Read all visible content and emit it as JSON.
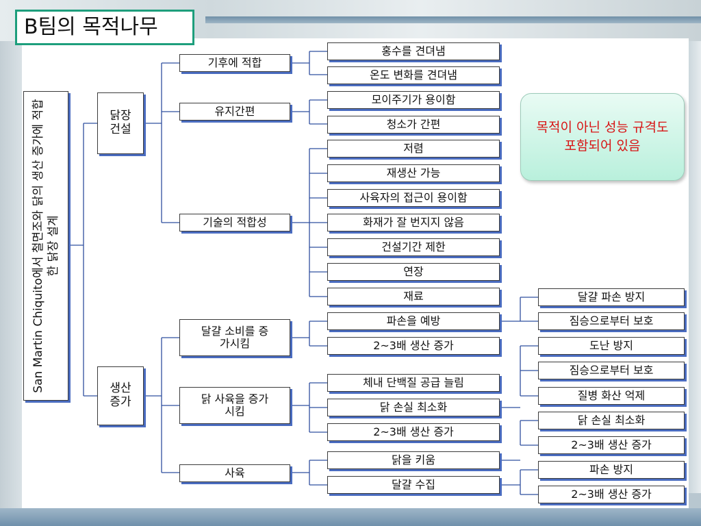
{
  "title": "B팀의 목적나무",
  "root": "San Martin Chiquito에서 철면조와 닭의 생산 증가에 적합한 닭장 설계",
  "note": "목적이 아닌 성능 규격도 포함되어 있음",
  "colors": {
    "title_border": "#1d9e7c",
    "node_shadow": "#4a6cc0",
    "line": "#2f4f9f",
    "note_text": "#d81414"
  },
  "tree": {
    "coop": {
      "label": "닭장 건설",
      "climate": {
        "label": "기후에 적합",
        "items": [
          "홍수를 견뎌냄",
          "온도 변화를 견뎌냄"
        ]
      },
      "maintenance": {
        "label": "유지간편",
        "items": [
          "모이주기가 용이함",
          "청소가 간편"
        ]
      },
      "tech": {
        "label": "기술의 적합성",
        "items": [
          "저렴",
          "재생산 가능",
          "사육자의 접근이 용이함",
          "화재가 잘 번지지 않음",
          "건설기간 제한",
          "연장",
          "재료"
        ]
      }
    },
    "production": {
      "label": "생산 증가",
      "eggs": {
        "label": "달걀 소비를 증가시킴",
        "protect": {
          "label": "파손을 예방",
          "items": [
            "달걀 파손 방지",
            "짐승으로부터 보호"
          ]
        },
        "triple": "2~3배 생산 증가"
      },
      "chickens": {
        "label": "닭 사육을 증가시킴",
        "protein": "체내 단백질 공급 늘림",
        "minimize": {
          "label": "닭 손실 최소화",
          "items": [
            "도난 방지",
            "짐승으로부터 보호",
            "질병 화산 억제"
          ]
        },
        "triple": "2~3배 생산 증가"
      },
      "raise": {
        "label": "사육",
        "grow": {
          "label": "닭을 키움",
          "items": [
            "닭 손실 최소화",
            "2~3배 생산 증가"
          ]
        },
        "collect": {
          "label": "달걀 수집",
          "items": [
            "파손 방지",
            "2~3배 생산 증가"
          ]
        }
      }
    }
  }
}
